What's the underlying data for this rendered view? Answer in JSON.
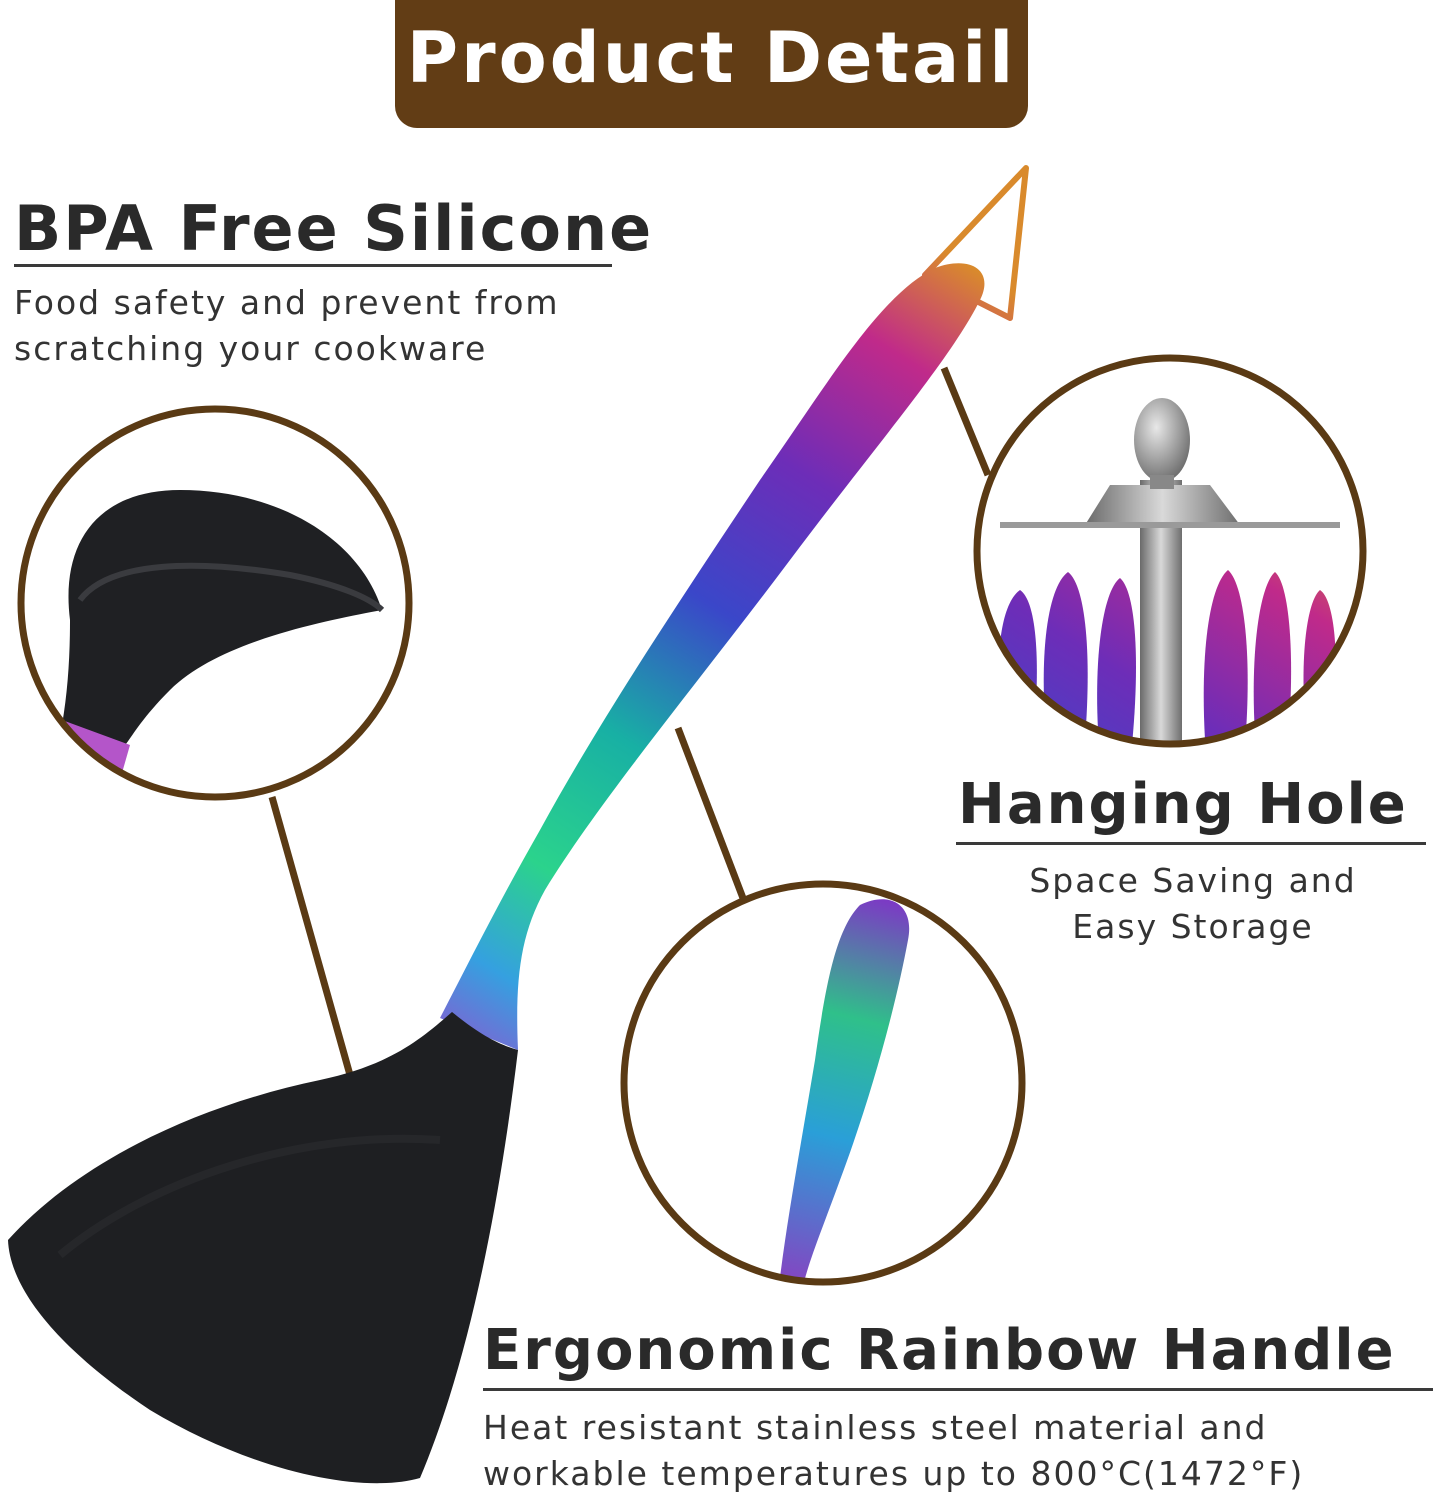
{
  "banner": {
    "title": "Product Detail"
  },
  "features": {
    "silicone": {
      "title": "BPA Free Silicone",
      "lines": [
        "Food safety and prevent from",
        "scratching your cookware"
      ]
    },
    "hanging": {
      "title": "Hanging Hole",
      "lines": [
        "Space Saving and",
        "Easy Storage"
      ]
    },
    "handle": {
      "title": "Ergonomic Rainbow Handle",
      "lines": [
        "Heat resistant stainless steel material and",
        "workable temperatures up to 800°C(1472°F)"
      ]
    }
  },
  "colors": {
    "brand_brown": "#623d15",
    "callout_brown": "#5a3a14",
    "silicone_black": "#1e1f22"
  }
}
